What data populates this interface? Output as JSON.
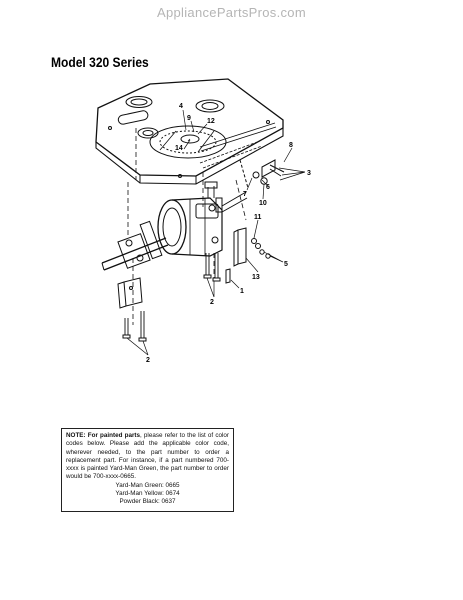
{
  "watermark": "AppliancePartsPros.com",
  "title": "Model 320 Series",
  "callouts": {
    "c1": "1",
    "c2a": "2",
    "c2b": "2",
    "c3": "3",
    "c4": "4",
    "c5": "5",
    "c6": "6",
    "c7": "7",
    "c8": "8",
    "c9": "9",
    "c10": "10",
    "c11": "11",
    "c12": "12",
    "c13": "13",
    "c14": "14"
  },
  "note": {
    "label": "NOTE: For painted parts",
    "text": ", please refer to the list of color codes below. Please add the applicable color code, wherever needed, to the part number to order a replacement part. For instance, if a part numbered 700-xxxx is painted Yard-Man Green, the part number to order would be 700-xxxx-0665.",
    "colors": [
      "Yard-Man Green: 0665",
      "Yard-Man Yellow: 0674",
      "Powder Black: 0637"
    ]
  }
}
